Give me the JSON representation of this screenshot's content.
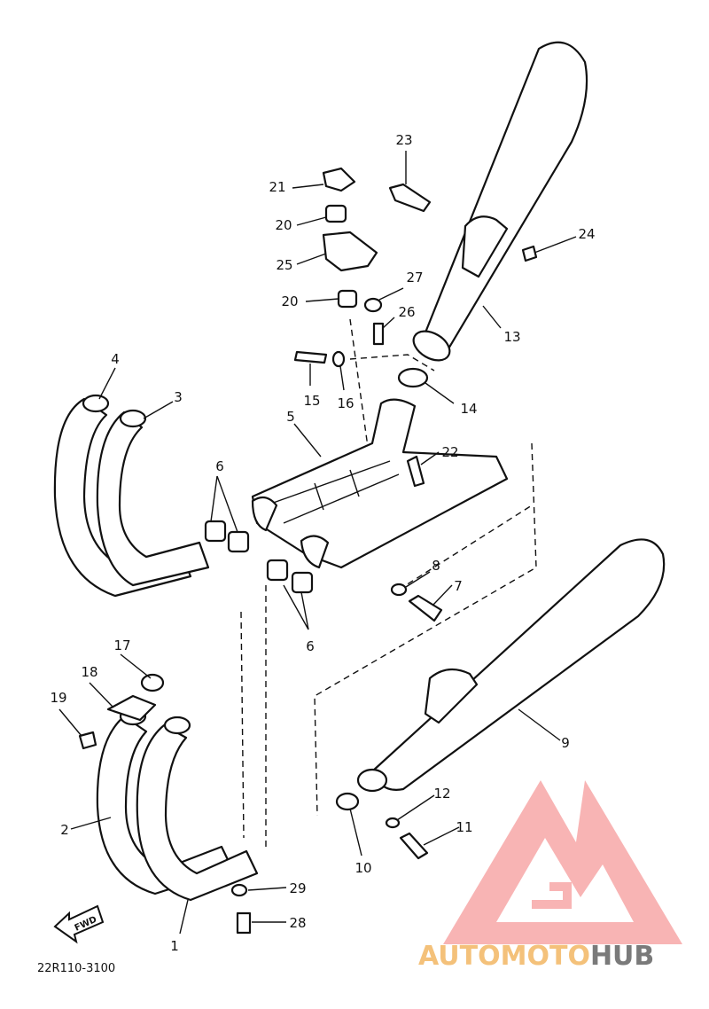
{
  "diagram": {
    "part_numbers": [
      "1",
      "2",
      "3",
      "4",
      "5",
      "6",
      "6",
      "7",
      "8",
      "9",
      "10",
      "11",
      "12",
      "13",
      "14",
      "15",
      "16",
      "17",
      "18",
      "19",
      "20",
      "20",
      "21",
      "22",
      "23",
      "24",
      "25",
      "26",
      "27",
      "28",
      "29"
    ],
    "drawing_code": "22R110-3100",
    "direction_badge": "FWD"
  },
  "watermark": {
    "brand_part1": "AUTOMOTO",
    "brand_part2": "HUB",
    "colors": {
      "logo": "#f7a7a7",
      "part1": "#f4c17a",
      "part2": "#7a7a7a"
    }
  }
}
